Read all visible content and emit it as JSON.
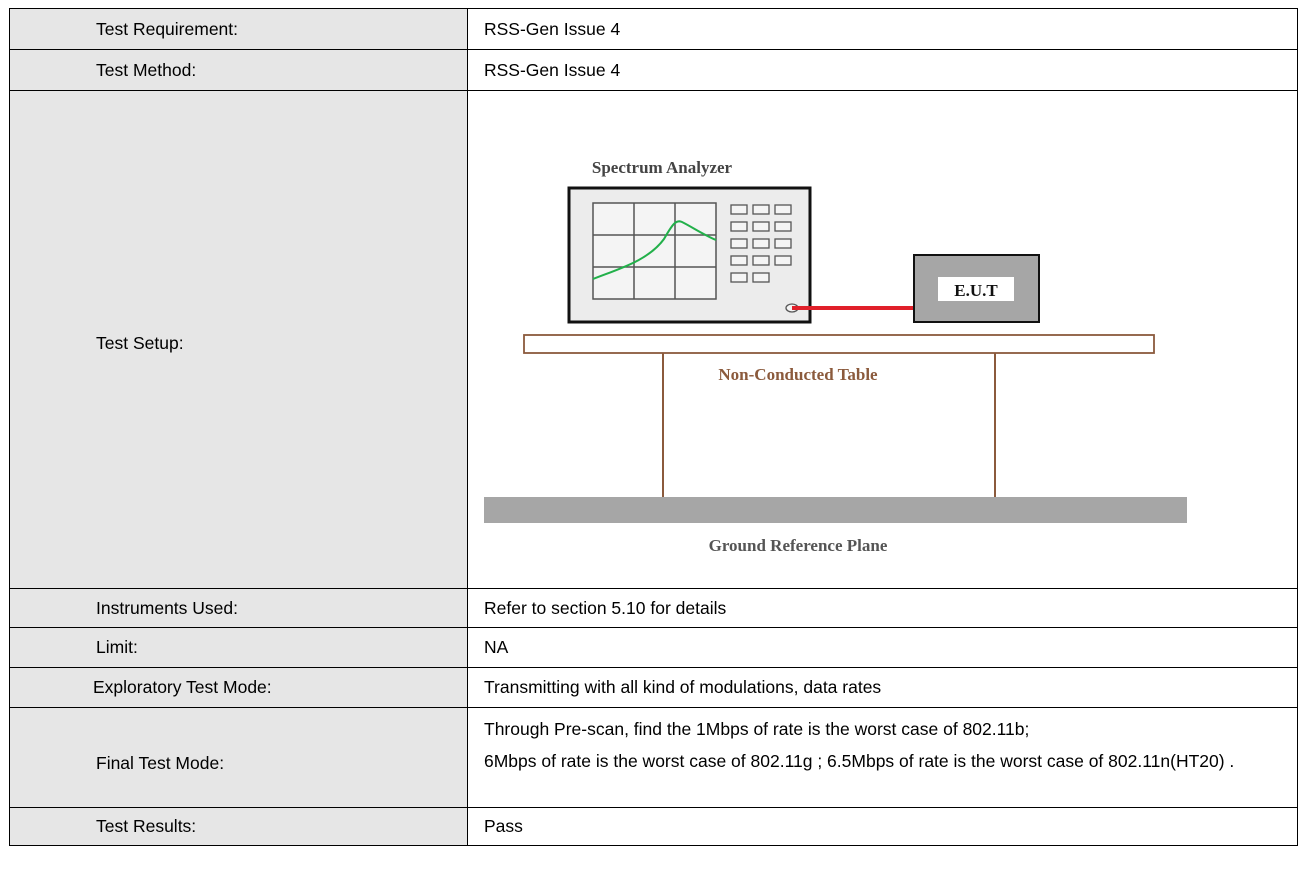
{
  "rows": {
    "test_requirement": {
      "label": "Test Requirement:",
      "value": "RSS-Gen Issue 4"
    },
    "test_method": {
      "label": "Test Method:",
      "value": "RSS-Gen Issue 4"
    },
    "test_setup": {
      "label": "Test Setup:"
    },
    "instruments_used": {
      "label": "Instruments Used:",
      "value": "Refer to section 5.10 for details"
    },
    "limit": {
      "label": "Limit:",
      "value": "NA"
    },
    "exploratory_test_mode": {
      "label": "Exploratory Test Mode:",
      "value": "Transmitting with all kind of modulations, data rates"
    },
    "final_test_mode": {
      "label": "Final Test Mode:",
      "line1": "Through Pre-scan, find the 1Mbps of rate is the worst case of 802.11b;",
      "line2": "6Mbps of rate is the worst case of 802.11g ; 6.5Mbps of rate is the worst case of 802.11n(HT20) ."
    },
    "test_results": {
      "label": "Test Results:",
      "value": "Pass"
    }
  },
  "diagram": {
    "analyzer_label": "Spectrum Analyzer",
    "eut_label": "E.U.T",
    "table_label": "Non-Conducted Table",
    "ground_label": "Ground Reference Plane",
    "colors": {
      "trace": "#22b04a",
      "cable": "#e0202a",
      "table": "#8b5a3c",
      "eut_box": "#a6a6a6",
      "ground": "#a6a6a6"
    }
  }
}
